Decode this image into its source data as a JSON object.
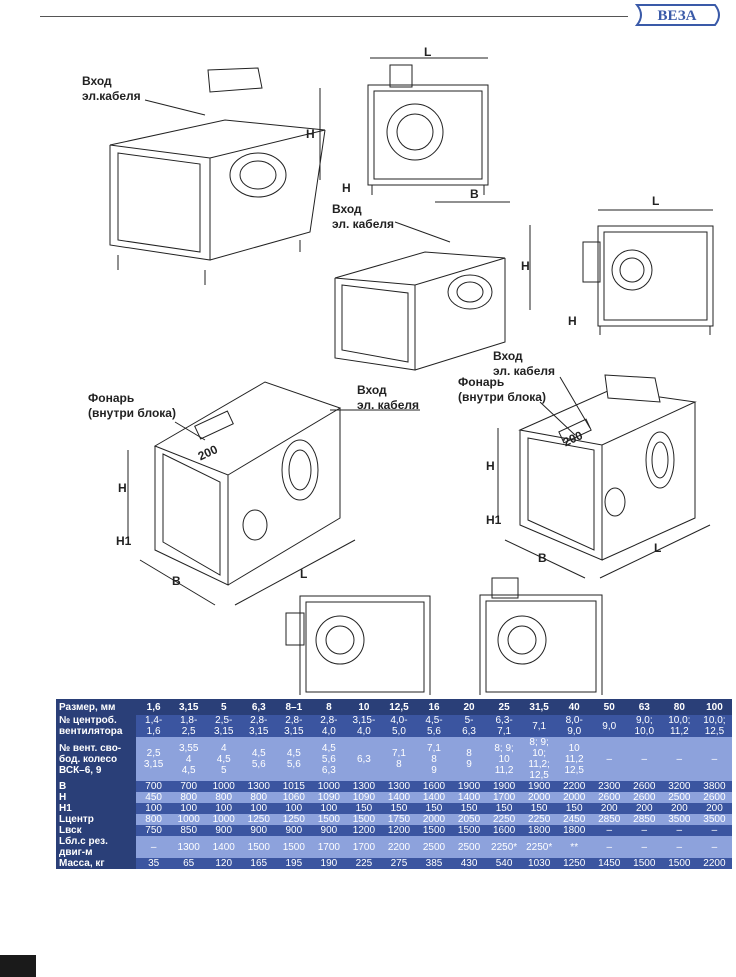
{
  "logo": {
    "text": "ВЕЗА"
  },
  "callouts": {
    "cable1_line1": "Вход",
    "cable1_line2": "эл.кабеля",
    "cable2_line1": "Вход",
    "cable2_line2": "эл. кабеля",
    "cable3_line1": "Вход",
    "cable3_line2": "эл. кабеля",
    "cable4_line1": "Вход",
    "cable4_line2": "эл. кабеля",
    "lamp1_line1": "Фонарь",
    "lamp1_line2": "(внутри блока)",
    "lamp2_line1": "Фонарь",
    "lamp2_line2": "(внутри блока)",
    "dim_L": "L",
    "dim_B": "B",
    "dim_H": "H",
    "dim_H1": "H1",
    "dim_200": "200"
  },
  "table": {
    "header_label": "Размер, мм",
    "sizes": [
      "1,6",
      "3,15",
      "5",
      "6,3",
      "8–1",
      "8",
      "10",
      "12,5",
      "16",
      "20",
      "25",
      "31,5",
      "40",
      "50",
      "63",
      "80",
      "100"
    ],
    "rows": [
      {
        "label": "№ центроб.\nвентилятора",
        "style": "dark",
        "cells": [
          "1,4-\n1,6",
          "1,8-\n2,5",
          "2,5-\n3,15",
          "2,8-\n3,15",
          "2,8-\n3,15",
          "2,8-\n4,0",
          "3,15-\n4,0",
          "4,0-\n5,0",
          "4,5-\n5,6",
          "5-\n6,3",
          "6,3-\n7,1",
          "7,1",
          "8,0-\n9,0",
          "9,0",
          "9,0;\n10,0",
          "10,0;\n11,2",
          "10,0;\n12,5"
        ]
      },
      {
        "label": "№ вент. сво-\nбод. колесо\nВСК–6, 9",
        "style": "light",
        "cells": [
          "2,5\n3,15",
          "3,55\n4\n4,5",
          "4\n4,5\n5",
          "4,5\n5,6",
          "4,5\n5,6",
          "4,5\n5,6\n6,3",
          "6,3",
          "7,1\n8",
          "7,1\n8\n9",
          "8\n9",
          "8; 9;\n10\n11,2",
          "8; 9;\n10; 11,2;\n12,5",
          "10\n11,2\n12,5",
          "–",
          "–",
          "–",
          "–"
        ]
      },
      {
        "label": "B",
        "style": "dark",
        "cells": [
          "700",
          "700",
          "1000",
          "1300",
          "1015",
          "1000",
          "1300",
          "1300",
          "1600",
          "1900",
          "1900",
          "1900",
          "2200",
          "2300",
          "2600",
          "3200",
          "3800"
        ]
      },
      {
        "label": "H",
        "style": "light",
        "cells": [
          "450",
          "800",
          "800",
          "800",
          "1060",
          "1090",
          "1090",
          "1400",
          "1400",
          "1400",
          "1700",
          "2000",
          "2000",
          "2600",
          "2600",
          "2500",
          "2600"
        ]
      },
      {
        "label": "H1",
        "style": "dark",
        "cells": [
          "100",
          "100",
          "100",
          "100",
          "100",
          "100",
          "150",
          "150",
          "150",
          "150",
          "150",
          "150",
          "150",
          "200",
          "200",
          "200",
          "200"
        ]
      },
      {
        "label": "Lцентр",
        "style": "light",
        "cells": [
          "800",
          "1000",
          "1000",
          "1250",
          "1250",
          "1500",
          "1500",
          "1750",
          "2000",
          "2050",
          "2250",
          "2250",
          "2450",
          "2850",
          "2850",
          "3500",
          "3500"
        ]
      },
      {
        "label": "Lвск",
        "style": "dark",
        "cells": [
          "750",
          "850",
          "900",
          "900",
          "900",
          "900",
          "1200",
          "1200",
          "1500",
          "1500",
          "1600",
          "1800",
          "1800",
          "–",
          "–",
          "–",
          "–"
        ]
      },
      {
        "label": "Lбл.с рез. двиг-м",
        "style": "light",
        "cells": [
          "–",
          "1300",
          "1400",
          "1500",
          "1500",
          "1700",
          "1700",
          "2200",
          "2500",
          "2500",
          "2250*",
          "2250*",
          "**",
          "–",
          "–",
          "–",
          "–"
        ]
      },
      {
        "label": "Масса, кг",
        "style": "dark",
        "cells": [
          "35",
          "65",
          "120",
          "165",
          "195",
          "190",
          "225",
          "275",
          "385",
          "430",
          "540",
          "1030",
          "1250",
          "1450",
          "1500",
          "1500",
          "2200"
        ]
      }
    ]
  }
}
